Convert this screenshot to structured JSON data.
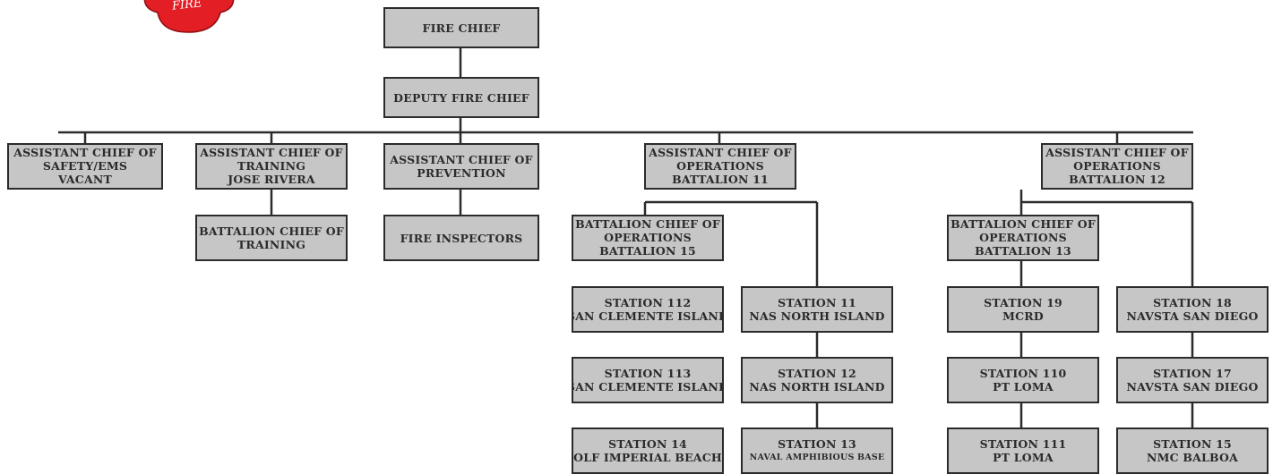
{
  "logo": {
    "text": "FIRE",
    "icon": "fire-department-badge-icon",
    "color": "#e31e24"
  },
  "colors": {
    "box_fill": "#c6c6c6",
    "line": "#2b2b2b"
  },
  "chief": {
    "line1": "FIRE CHIEF"
  },
  "deputy": {
    "line1": "DEPUTY FIRE CHIEF"
  },
  "ac_safety": {
    "line1": "ASSISTANT CHIEF OF",
    "line2": "SAFETY/EMS",
    "line3": "VACANT"
  },
  "ac_training": {
    "line1": "ASSISTANT CHIEF OF",
    "line2": "TRAINING",
    "line3": "JOSE RIVERA"
  },
  "bc_training": {
    "line1": "BATTALION CHIEF OF",
    "line2": "TRAINING"
  },
  "ac_prevention": {
    "line1": "ASSISTANT CHIEF OF",
    "line2": "PREVENTION"
  },
  "fire_inspectors": {
    "line1": "FIRE INSPECTORS"
  },
  "ac_ops11": {
    "line1": "ASSISTANT CHIEF OF",
    "line2": "OPERATIONS",
    "line3": "BATTALION 11"
  },
  "bc_ops15": {
    "line1": "BATTALION CHIEF OF",
    "line2": "OPERATIONS",
    "line3": "BATTALION 15"
  },
  "st112": {
    "line1": "STATION 112",
    "line2": "SAN CLEMENTE ISLAND"
  },
  "st113": {
    "line1": "STATION 113",
    "line2": "SAN CLEMENTE ISLAND"
  },
  "st14": {
    "line1": "STATION 14",
    "line2": "OLF IMPERIAL BEACH"
  },
  "st11": {
    "line1": "STATION 11",
    "line2": "NAS NORTH ISLAND"
  },
  "st12": {
    "line1": "STATION 12",
    "line2": "NAS NORTH ISLAND"
  },
  "st13": {
    "line1": "STATION 13",
    "line2": "NAVAL AMPHIBIOUS BASE"
  },
  "ac_ops12": {
    "line1": "ASSISTANT CHIEF OF",
    "line2": "OPERATIONS",
    "line3": "BATTALION 12"
  },
  "bc_ops13": {
    "line1": "BATTALION CHIEF OF",
    "line2": "OPERATIONS",
    "line3": "BATTALION 13"
  },
  "st19": {
    "line1": "STATION 19",
    "line2": "MCRD"
  },
  "st110": {
    "line1": "STATION 110",
    "line2": "PT LOMA"
  },
  "st111": {
    "line1": "STATION 111",
    "line2": "PT LOMA"
  },
  "st18": {
    "line1": "STATION 18",
    "line2": "NAVSTA SAN DIEGO"
  },
  "st17": {
    "line1": "STATION 17",
    "line2": "NAVSTA SAN DIEGO"
  },
  "st15": {
    "line1": "STATION 15",
    "line2": "NMC BALBOA"
  }
}
